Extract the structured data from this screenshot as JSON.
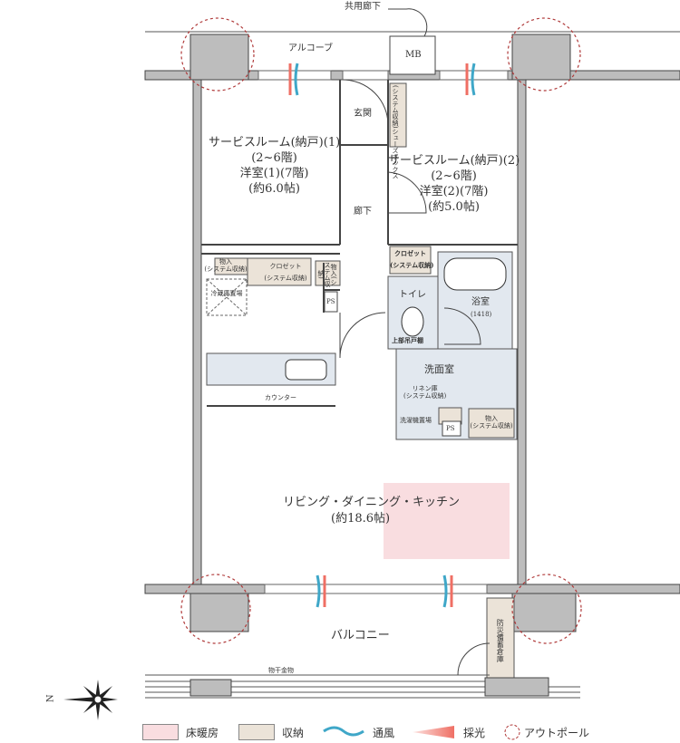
{
  "labels": {
    "corridor": "共用廊下",
    "alcove": "アルコーブ",
    "mb": "MB",
    "entrance": "玄関",
    "shoebox": "(システム収納)シューズボックス",
    "room1": {
      "line1": "サービスルーム(納戸)(1)",
      "line2": "(2~6階)",
      "line3": "洋室(1)(7階)",
      "line4": "(約6.0帖)"
    },
    "room2": {
      "line1": "サービスルーム(納戸)(2)",
      "line2": "(2~6階)",
      "line3": "洋室(2)(7階)",
      "line4": "(約5.0帖)"
    },
    "hallway": "廊下",
    "closet1": {
      "title": "クロゼット",
      "sub": "(システム収納)"
    },
    "closet2": {
      "title": "クロゼット",
      "sub": "(システム収納)"
    },
    "storage1": {
      "title": "物入",
      "sub": "(システム収納)"
    },
    "storage2": {
      "title": "物入",
      "sub": "(システム収納)"
    },
    "storage3": {
      "title": "物入",
      "sub": "(システム収納)"
    },
    "fridge": "冷蔵庫置場",
    "ps1": "PS",
    "ps2": "PS",
    "counter": "カウンター",
    "toilet": "トイレ",
    "upper_cabinet": "上部吊戸棚",
    "bath": "浴室",
    "bath_size": "(1418)",
    "washroom": "洗面室",
    "linen": {
      "title": "リネン庫",
      "sub": "(システム収納)"
    },
    "washer": "洗濯機置場",
    "ldk": "リビング・ダイニング・キッチン",
    "ldk_size": "(約18.6帖)",
    "balcony": "バルコニー",
    "disaster_storage": "防災備蓄倉庫",
    "laundry_hardware": "物干金物",
    "north": "N"
  },
  "legend": [
    {
      "label": "床暖房",
      "color": "#f9dde0"
    },
    {
      "label": "収納",
      "color": "#ebe3d8"
    },
    {
      "label": "通風",
      "color": "#3fa7c8"
    },
    {
      "label": "採光",
      "color": "#ef6f64"
    },
    {
      "label": "アウトポール",
      "color": "#b03a3a"
    }
  ]
}
